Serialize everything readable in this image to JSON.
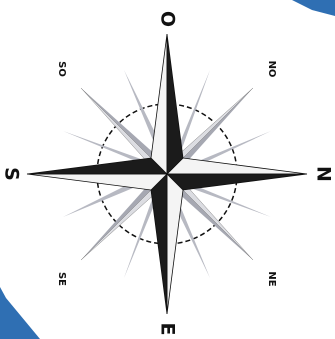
{
  "compass": {
    "labels": {
      "north": "N",
      "south": "S",
      "east": "E",
      "west": "O",
      "northeast": "NE",
      "northwest": "NO",
      "southeast": "SE",
      "southwest": "SO"
    }
  },
  "colors": {
    "primary_points": "#1b1b1b",
    "primary_points_light": "#f4f4f4",
    "secondary_points": "#a6a8b2",
    "secondary_points_light": "#dcdde2",
    "ring": "#111111",
    "accent_blue": "#2f6fb3",
    "background": "#ffffff"
  }
}
